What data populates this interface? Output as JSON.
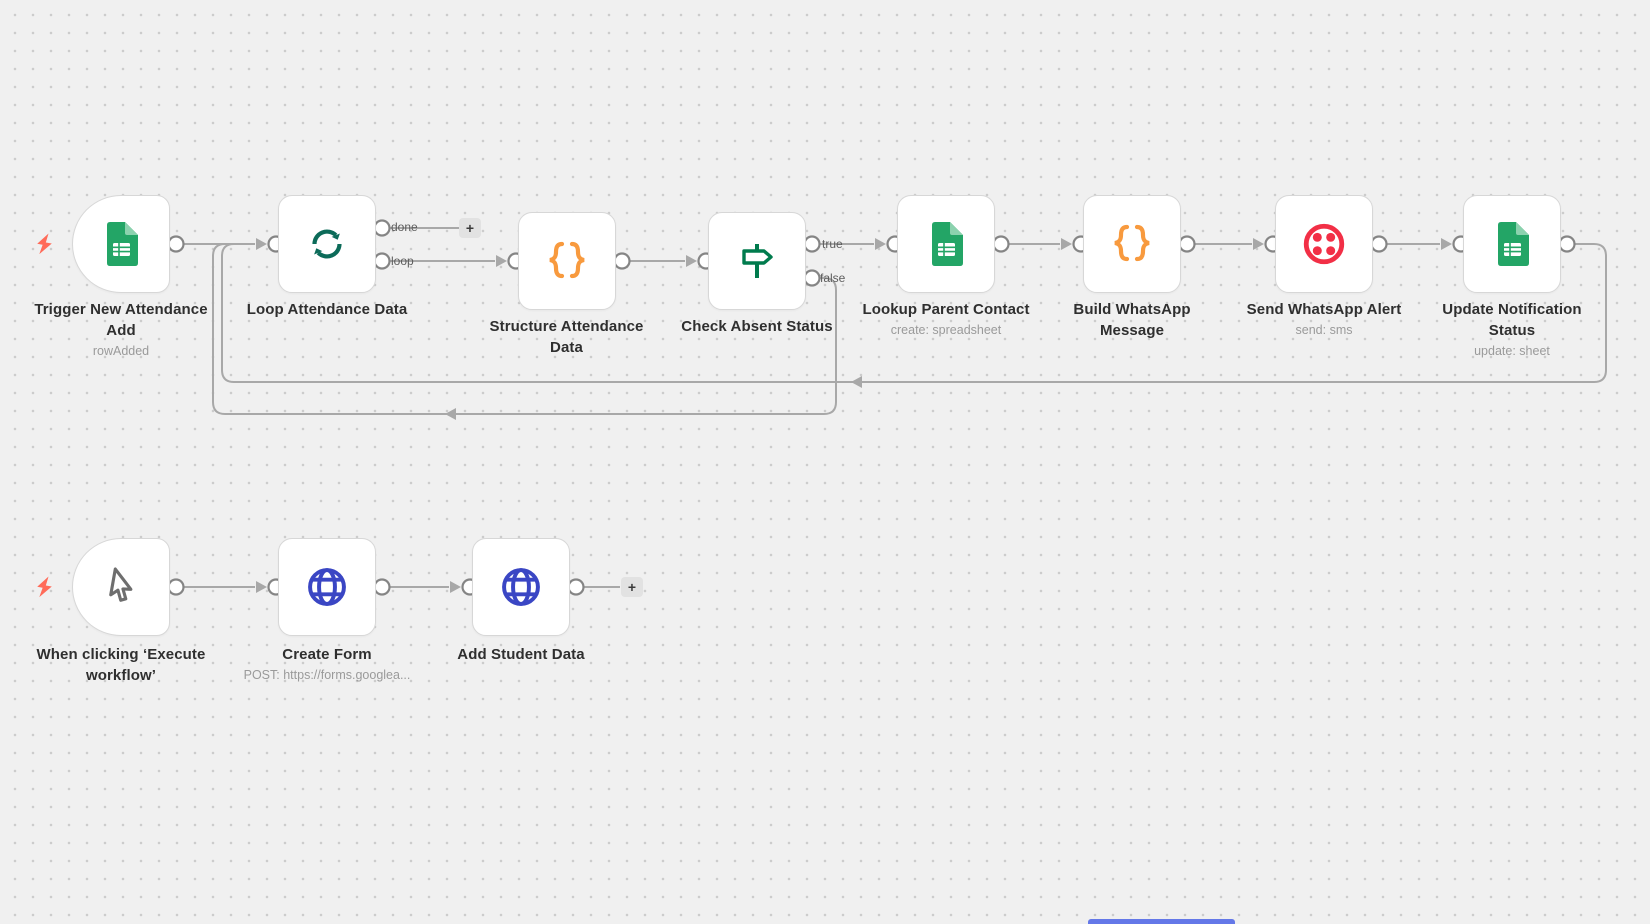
{
  "workflow": {
    "nodes": [
      {
        "label": "Trigger New Attendance Add",
        "subtitle": "rowAdded",
        "icon": "google-sheets-icon",
        "kind": "trigger"
      },
      {
        "label": "Loop Attendance Data",
        "subtitle": "",
        "icon": "loop-icon",
        "outputs": [
          "done",
          "loop"
        ]
      },
      {
        "label": "Structure Attendance Data",
        "subtitle": "",
        "icon": "code-braces-icon"
      },
      {
        "label": "Check Absent Status",
        "subtitle": "",
        "icon": "if-signpost-icon",
        "outputs": [
          "true",
          "false"
        ]
      },
      {
        "label": "Lookup Parent Contact",
        "subtitle": "create: spreadsheet",
        "icon": "google-sheets-icon"
      },
      {
        "label": "Build WhatsApp Message",
        "subtitle": "",
        "icon": "code-braces-icon"
      },
      {
        "label": "Send WhatsApp Alert",
        "subtitle": "send: sms",
        "icon": "twilio-icon"
      },
      {
        "label": "Update Notification Status",
        "subtitle": "update: sheet",
        "icon": "google-sheets-icon"
      },
      {
        "label": "When clicking ‘Execute workflow’",
        "subtitle": "",
        "icon": "cursor-icon",
        "kind": "trigger"
      },
      {
        "label": "Create Form",
        "subtitle": "POST: https://forms.googlea...",
        "icon": "globe-icon"
      },
      {
        "label": "Add Student Data",
        "subtitle": "",
        "icon": "globe-icon"
      }
    ],
    "connector_labels": {
      "done": "done",
      "loop": "loop",
      "true": "true",
      "false": "false"
    },
    "add_button_label": "+"
  },
  "colors": {
    "canvas_bg": "#f0f0f0",
    "grid_dot": "#cccccc",
    "node_bg": "#ffffff",
    "node_border": "#d7d7d7",
    "wire_gray": "#a8a8a8",
    "label_text": "#2f2f2f",
    "subtitle_text": "#9a9a9a",
    "trigger_bolt_red": "#ff6b59",
    "google_sheets_green": "#23a566",
    "loop_teal": "#0c6b59",
    "code_orange": "#f89a3e",
    "if_green": "#007b4d",
    "twilio_red": "#f22f46",
    "http_blue": "#3a46c4",
    "cursor_gray": "#6e6e6e",
    "scroll_hint_blue": "#6478e8"
  }
}
